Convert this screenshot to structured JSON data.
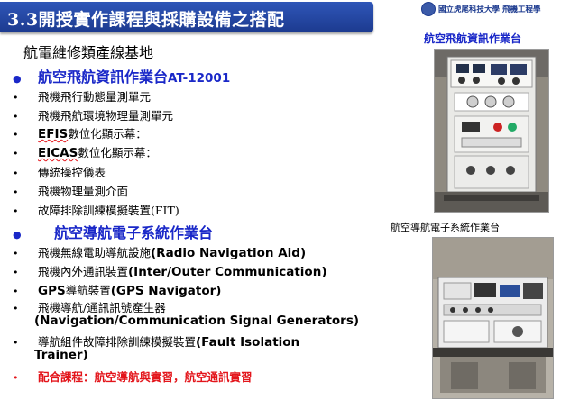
{
  "header": {
    "title": "3.3開授實作課程與採購設備之搭配",
    "logo_text": "國立虎尾科技大學 飛機工程學"
  },
  "subtitle": "航電維修類產線基地",
  "section1": {
    "title": "航空飛航資訊作業台",
    "model": "AT-12001",
    "items": [
      "飛機飛行動態量測單元",
      "飛機飛航環境物理量測單元",
      {
        "strong": "EFIS",
        "rest": " 數位化顯示幕："
      },
      {
        "strong": "EICAS",
        "rest": "數位化顯示幕："
      },
      "傳統操控儀表",
      "飛機物理量測介面",
      "故障排除訓練模擬裝置(FIT)"
    ]
  },
  "section2": {
    "title": "航空導航電子系統作業台",
    "items": [
      {
        "cjk": "飛機無線電助導航設施",
        "en": "(Radio Navigation Aid)"
      },
      {
        "cjk": "飛機內外通訊裝置",
        "en": "(Inter/Outer Communication)"
      },
      {
        "pre": "GPS",
        "cjk": " 導航裝置",
        "en": "(GPS Navigator)"
      },
      {
        "cjk": "飛機導航/通訊訊號產生器",
        "en": "(Navigation/Communication Signal Generators)"
      },
      {
        "cjk": "導航組件故障排除訓練模擬裝置",
        "en": "(Fault Isolation",
        "en2": "Trainer)"
      }
    ],
    "courses": "配合課程：航空導航與實習，航空通訊實習"
  },
  "photos": {
    "top_caption": "航空飛航資訊作業台",
    "bottom_caption": "航空導航電子系統作業台"
  },
  "colors": {
    "title_bar": "#2449a8",
    "accent_blue": "#1a28c8",
    "accent_red": "#e3151b"
  },
  "icons": {
    "bullet": "bullet-dot-icon"
  }
}
